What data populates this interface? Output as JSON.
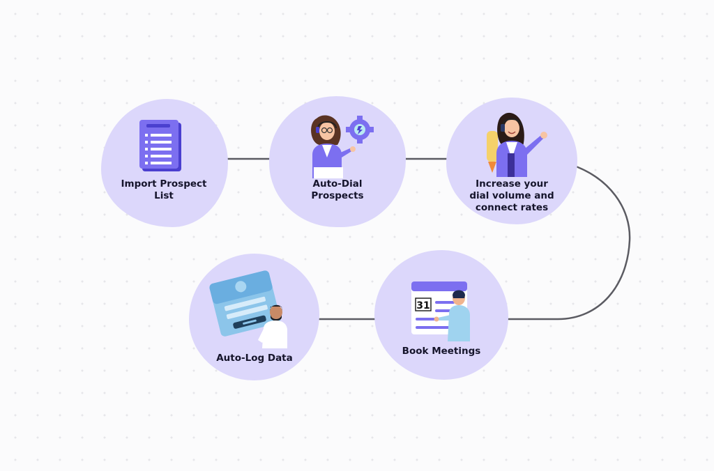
{
  "steps": [
    {
      "id": "import",
      "label": "Import Prospect\nList",
      "icon": "document-list-icon"
    },
    {
      "id": "autodial",
      "label": "Auto-Dial\nProspects",
      "icon": "agent-with-gear-icon"
    },
    {
      "id": "increase",
      "label": "Increase your\ndial volume and\nconnect rates",
      "icon": "agent-with-rocket-icon"
    },
    {
      "id": "book",
      "label": "Book Meetings",
      "icon": "calendar-icon"
    },
    {
      "id": "autolog",
      "label": "Auto-Log Data",
      "icon": "login-form-icon"
    }
  ],
  "calendar_day": "31",
  "colors": {
    "blob": "#dcd7fb",
    "accent": "#7c6ff0",
    "connector": "#5b5b62",
    "text": "#15142b"
  }
}
